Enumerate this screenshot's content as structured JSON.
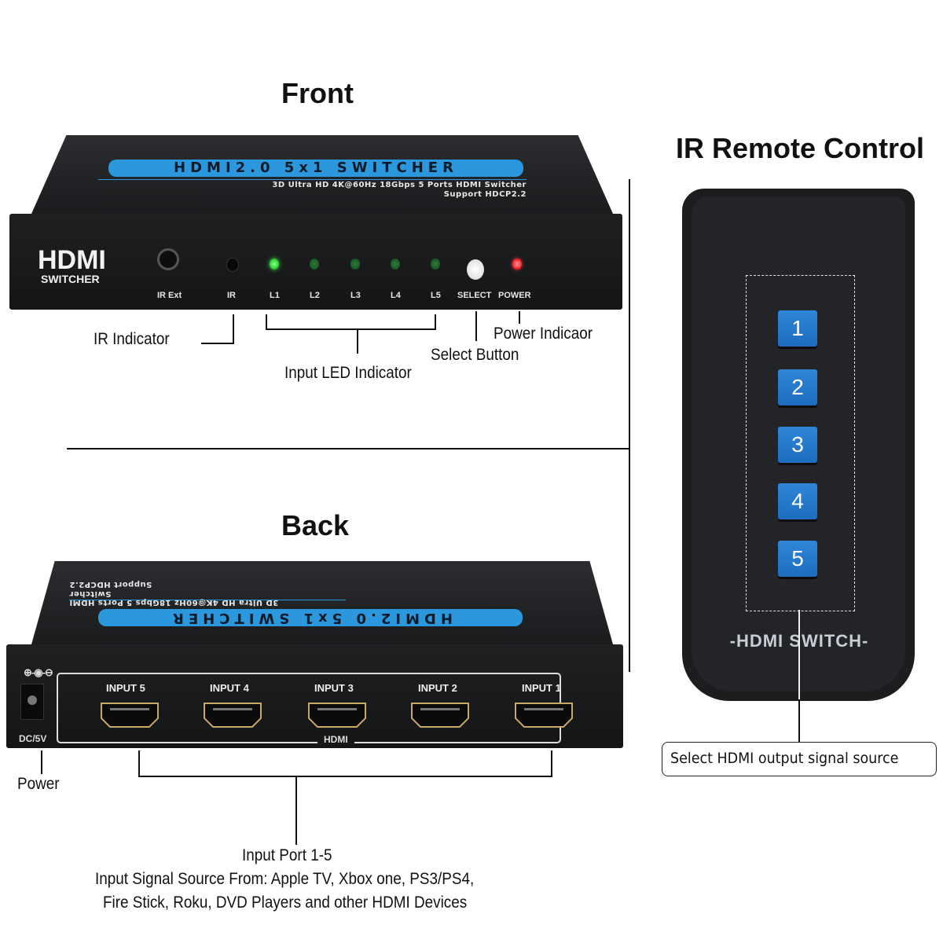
{
  "sections": {
    "front_title": "Front",
    "back_title": "Back",
    "remote_title": "IR Remote Control"
  },
  "front": {
    "banner": "HDMI2.0 5x1 SWITCHER",
    "subtitle_line1": "3D Ultra HD 4K@60Hz 18Gbps 5 Ports HDMI Switcher",
    "subtitle_line2": "Support HDCP2.2",
    "logo_main": "HDMI",
    "logo_sub": "SWITCHER",
    "panel_labels": [
      "IR Ext",
      "IR",
      "L1",
      "L2",
      "L3",
      "L4",
      "L5",
      "SELECT",
      "POWER"
    ],
    "led_colors": {
      "active": "#3ee04a",
      "inactive": "#0f4a1c",
      "power": "#ff2a2a",
      "ir": "#080808",
      "select": "#e9e9e9"
    },
    "active_input": 1,
    "callouts": {
      "ir_indicator": "IR Indicator",
      "input_led": "Input LED Indicator",
      "select_button": "Select Button",
      "power_indicator": "Power Indicaor"
    }
  },
  "back": {
    "banner": "HDMI2.0 5x1 SWITCHER",
    "subtitle_line1": "3D Ultra HD 4K@60Hz 18Gbps 5 Ports HDMI Switcher",
    "subtitle_line2": "Support HDCP2.2",
    "power_symbol": "⊕-◉-⊖",
    "dc_label": "DC/5V",
    "hdmi_group_label": "HDMI",
    "inputs": [
      "INPUT 5",
      "INPUT 4",
      "INPUT 3",
      "INPUT 2",
      "INPUT 1"
    ],
    "callouts": {
      "power": "Power",
      "input_port": "Input Port 1-5",
      "source_line1": "Input Signal Source From: Apple TV, Xbox one, PS3/PS4,",
      "source_line2": "Fire Stick, Roku, DVD Players and other HDMI Devices"
    }
  },
  "remote": {
    "buttons": [
      "1",
      "2",
      "3",
      "4",
      "5"
    ],
    "brand": "-HDMI SWITCH-",
    "callout": "Select HDMI output signal source",
    "button_color": "#2a7fd4"
  }
}
